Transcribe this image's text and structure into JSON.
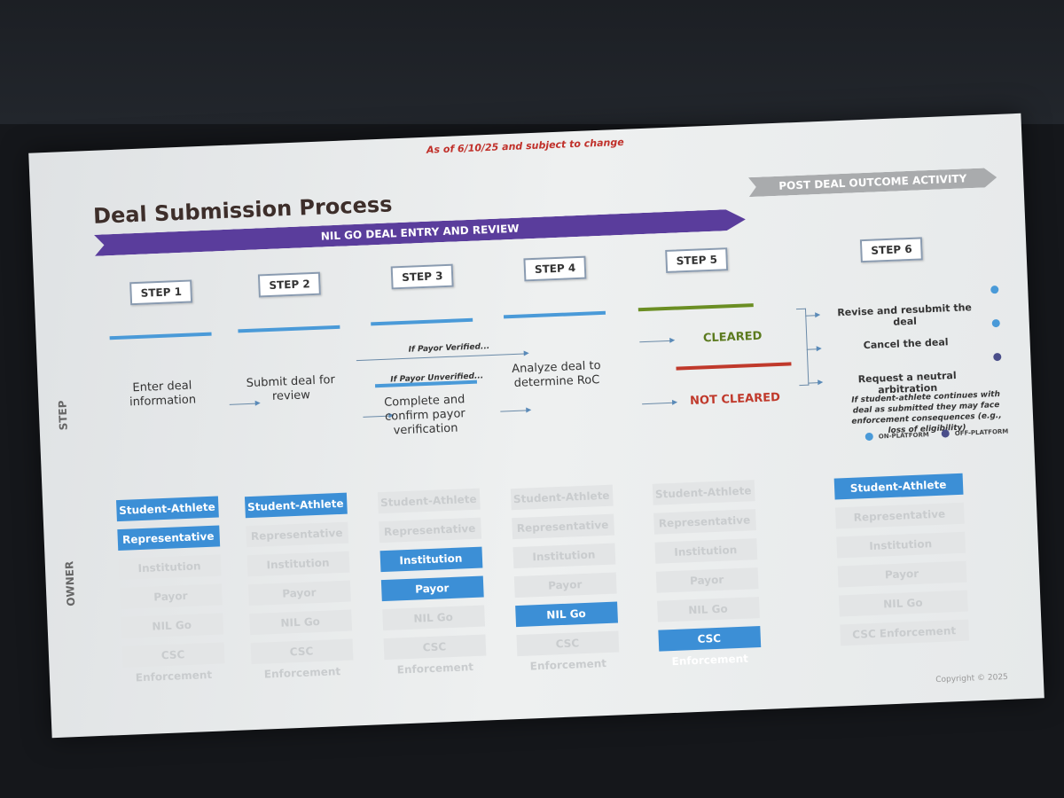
{
  "as_of": "As of 6/10/25 and subject to change",
  "title": "Deal Submission Process",
  "banners": {
    "entry": "NIL GO DEAL ENTRY AND REVIEW",
    "post": "POST DEAL OUTCOME ACTIVITY"
  },
  "side_labels": {
    "step": "STEP",
    "owner": "OWNER"
  },
  "steps": [
    {
      "label": "STEP 1",
      "text": "Enter deal information",
      "bar_color": "#4a9ad8"
    },
    {
      "label": "STEP 2",
      "text": "Submit deal for review",
      "bar_color": "#4a9ad8"
    },
    {
      "label": "STEP 3",
      "text": "Complete and confirm payor verification",
      "bar_color": "#4a9ad8"
    },
    {
      "label": "STEP 4",
      "text": "Analyze deal to determine RoC",
      "bar_color": "#4a9ad8"
    },
    {
      "label": "STEP 5",
      "text": "",
      "bar_color": "#6b8e23"
    },
    {
      "label": "STEP 6",
      "text": "",
      "bar_color": ""
    }
  ],
  "branches": {
    "verified": "If Payor Verified...",
    "unverified": "If Payor Unverified..."
  },
  "outcomes": {
    "cleared": "CLEARED",
    "not_cleared": "NOT CLEARED",
    "cleared_color": "#5b7a1e",
    "not_cleared_color": "#c0392b"
  },
  "step6_options": [
    {
      "text": "Revise and resubmit the deal",
      "platform": "on"
    },
    {
      "text": "Cancel the deal",
      "platform": "on"
    },
    {
      "text": "Request a neutral arbitration",
      "platform": "off"
    }
  ],
  "step6_note": "If student-athlete continues with deal as submitted they may face enforcement consequences (e.g., loss of eligibility)",
  "legend": {
    "on": "ON-PLATFORM",
    "off": "OFF-PLATFORM",
    "on_color": "#4a9ad8",
    "off_color": "#4a4e8a"
  },
  "owners": [
    "Student-Athlete",
    "Representative",
    "Institution",
    "Payor",
    "NIL Go",
    "CSC Enforcement"
  ],
  "active_owners": [
    [
      0,
      1
    ],
    [
      0
    ],
    [
      2,
      3
    ],
    [
      4
    ],
    [
      5
    ],
    [
      0
    ]
  ],
  "copyright": "Copyright © 2025"
}
